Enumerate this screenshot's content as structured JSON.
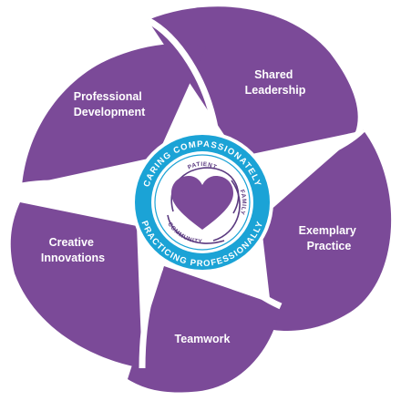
{
  "diagram": {
    "segments": [
      {
        "id": "shared-leadership",
        "lines": [
          "Shared",
          "Leadership"
        ]
      },
      {
        "id": "exemplary-practice",
        "lines": [
          "Exemplary",
          "Practice"
        ]
      },
      {
        "id": "teamwork",
        "lines": [
          "Teamwork"
        ]
      },
      {
        "id": "creative-innovations",
        "lines": [
          "Creative",
          "Innovations"
        ]
      },
      {
        "id": "professional-development",
        "lines": [
          "Professional",
          "Development"
        ]
      }
    ],
    "center": {
      "ring_top": "CARING COMPASSIONATELY",
      "ring_bottom": "PRACTICING PROFESSIONALLY",
      "patient": "PATIENT",
      "family": "FAMILY",
      "community": "COMMUNITY"
    }
  },
  "colors": {
    "petal": "#7b4a98",
    "ring": "#1ba3d6",
    "heart": "#7b4a98",
    "background": "#ffffff"
  }
}
